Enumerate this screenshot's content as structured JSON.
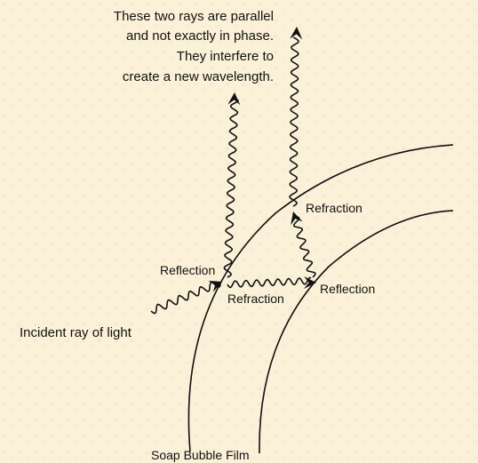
{
  "caption_lines": [
    "These two rays are parallel",
    "and not exactly in phase.",
    "They interfere to",
    "create a new wavelength."
  ],
  "labels": {
    "refraction_outer": "Refraction",
    "reflection_outer": "Reflection",
    "refraction_inner": "Refraction",
    "reflection_inner": "Reflection",
    "incident": "Incident ray of light",
    "film": "Soap Bubble Film"
  },
  "colors": {
    "background": "#fbf1d9",
    "ink": "#111111"
  }
}
